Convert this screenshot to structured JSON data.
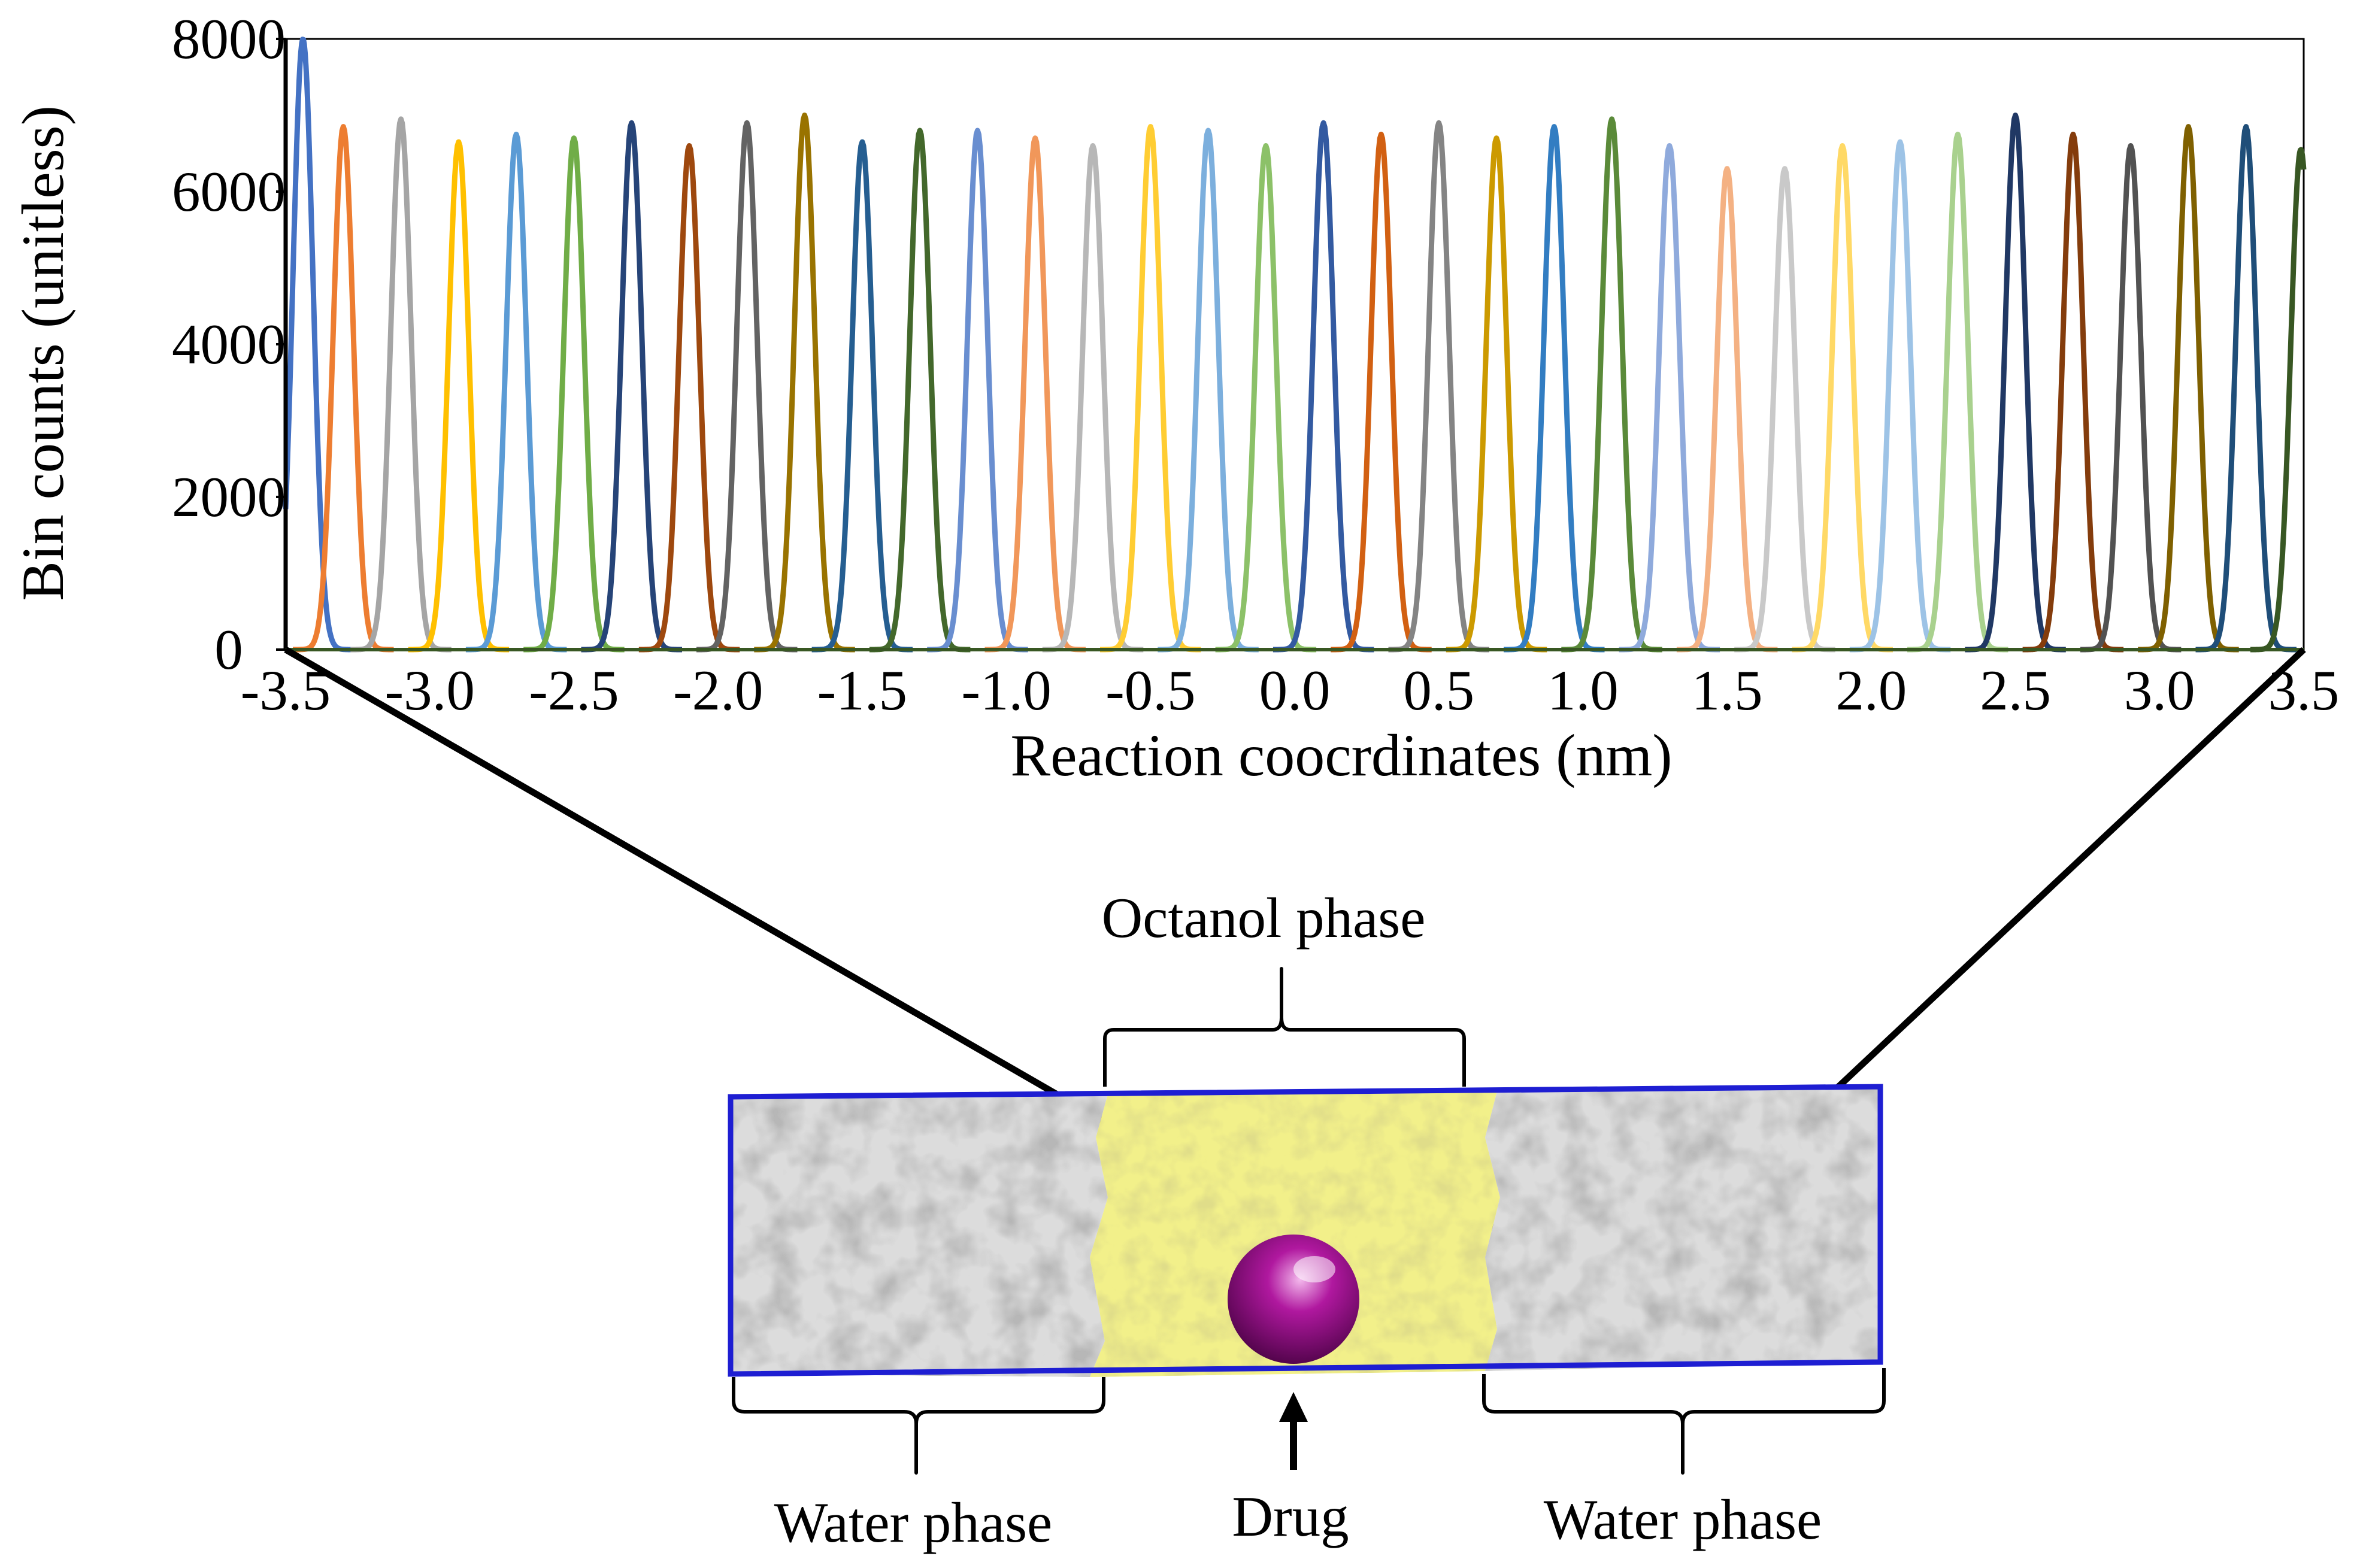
{
  "chart_data": {
    "type": "line",
    "title": "",
    "xlabel": "Reaction coocrdinates (nm)",
    "ylabel": "Bin counts (unitless)",
    "xlim": [
      -3.5,
      3.5
    ],
    "ylim": [
      0,
      8000
    ],
    "x_ticks": [
      "-3.5",
      "-3.0",
      "-2.5",
      "-2.0",
      "-1.5",
      "-1.0",
      "-0.5",
      "0.0",
      "0.5",
      "1.0",
      "1.5",
      "2.0",
      "2.5",
      "3.0",
      "3.5"
    ],
    "y_ticks": [
      "0",
      "2000",
      "4000",
      "6000",
      "8000"
    ],
    "grid": false,
    "legend": "none",
    "peak_width_nm": 0.035,
    "series": [
      {
        "center": -3.44,
        "peak": 8000,
        "color": "#4472C4"
      },
      {
        "center": -3.3,
        "peak": 6850,
        "color": "#ED7D31"
      },
      {
        "center": -3.1,
        "peak": 6950,
        "color": "#A5A5A5"
      },
      {
        "center": -2.9,
        "peak": 6650,
        "color": "#FFC000"
      },
      {
        "center": -2.7,
        "peak": 6750,
        "color": "#5B9BD5"
      },
      {
        "center": -2.5,
        "peak": 6700,
        "color": "#70AD47"
      },
      {
        "center": -2.3,
        "peak": 6900,
        "color": "#264478"
      },
      {
        "center": -2.1,
        "peak": 6600,
        "color": "#9E480E"
      },
      {
        "center": -1.9,
        "peak": 6900,
        "color": "#636363"
      },
      {
        "center": -1.7,
        "peak": 7000,
        "color": "#997300"
      },
      {
        "center": -1.5,
        "peak": 6650,
        "color": "#255E91"
      },
      {
        "center": -1.3,
        "peak": 6800,
        "color": "#43682B"
      },
      {
        "center": -1.1,
        "peak": 6800,
        "color": "#698ED0"
      },
      {
        "center": -0.9,
        "peak": 6700,
        "color": "#F1975A"
      },
      {
        "center": -0.7,
        "peak": 6600,
        "color": "#B7B7B7"
      },
      {
        "center": -0.5,
        "peak": 6850,
        "color": "#FFCD33"
      },
      {
        "center": -0.3,
        "peak": 6800,
        "color": "#7CAFDD"
      },
      {
        "center": -0.1,
        "peak": 6600,
        "color": "#8CC168"
      },
      {
        "center": 0.1,
        "peak": 6900,
        "color": "#335AA1"
      },
      {
        "center": 0.3,
        "peak": 6750,
        "color": "#D26012"
      },
      {
        "center": 0.5,
        "peak": 6900,
        "color": "#848484"
      },
      {
        "center": 0.7,
        "peak": 6700,
        "color": "#CC9A00"
      },
      {
        "center": 0.9,
        "peak": 6850,
        "color": "#327DC2"
      },
      {
        "center": 1.1,
        "peak": 6950,
        "color": "#5A8A39"
      },
      {
        "center": 1.3,
        "peak": 6600,
        "color": "#8FAADC"
      },
      {
        "center": 1.5,
        "peak": 6300,
        "color": "#F4B183"
      },
      {
        "center": 1.7,
        "peak": 6300,
        "color": "#C9C9C9"
      },
      {
        "center": 1.9,
        "peak": 6600,
        "color": "#FFD966"
      },
      {
        "center": 2.1,
        "peak": 6650,
        "color": "#9DC3E6"
      },
      {
        "center": 2.3,
        "peak": 6750,
        "color": "#A9D18E"
      },
      {
        "center": 2.5,
        "peak": 7000,
        "color": "#203864"
      },
      {
        "center": 2.7,
        "peak": 6750,
        "color": "#843C0C"
      },
      {
        "center": 2.9,
        "peak": 6600,
        "color": "#525252"
      },
      {
        "center": 3.1,
        "peak": 6850,
        "color": "#7F6000"
      },
      {
        "center": 3.3,
        "peak": 6850,
        "color": "#1F4E79"
      },
      {
        "center": 3.49,
        "peak": 6550,
        "color": "#385723"
      }
    ]
  },
  "illustration": {
    "octanol_label": "Octanol phase",
    "water_left_label": "Water phase",
    "water_right_label": "Water phase",
    "drug_label": "Drug",
    "colors": {
      "box_border": "#1E1ED2",
      "water": "#DCDCDC",
      "octanol": "#F2F08A",
      "drug": "#9A0D8E"
    }
  }
}
